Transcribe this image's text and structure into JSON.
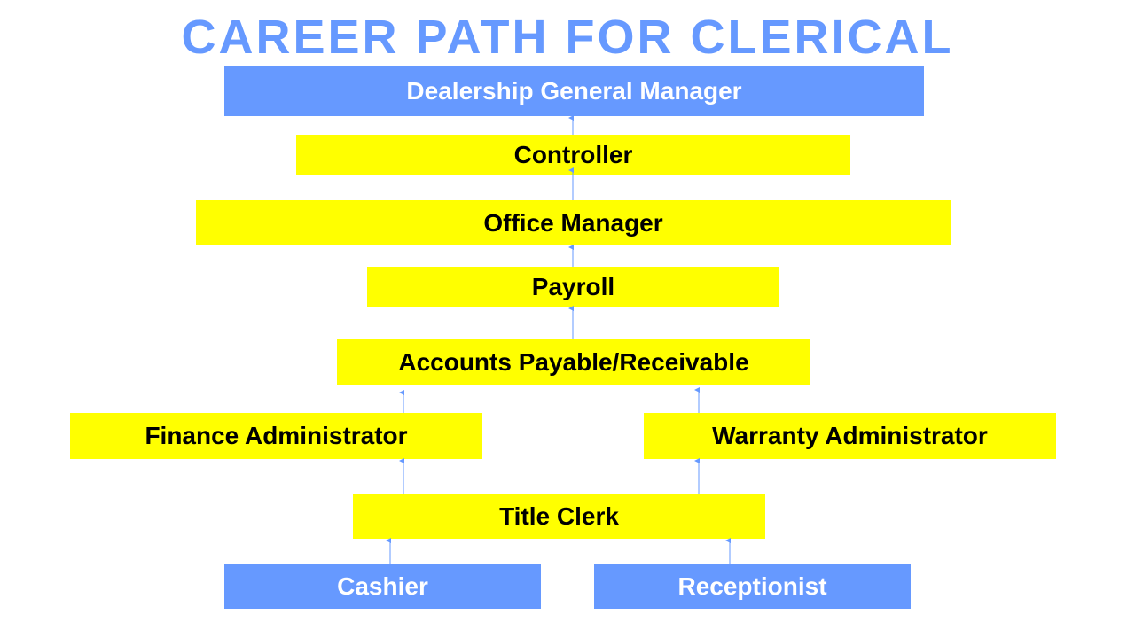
{
  "title": "CAREER PATH FOR CLERICAL",
  "colors": {
    "title": "#6699ff",
    "blue_box": "#6699ff",
    "yellow_box": "#ffff00",
    "arrow": "#6699ff"
  },
  "boxes": {
    "general_manager": "Dealership General Manager",
    "controller": "Controller",
    "office_manager": "Office Manager",
    "payroll": "Payroll",
    "accounts": "Accounts Payable/Receivable",
    "finance_admin": "Finance Administrator",
    "warranty_admin": "Warranty Administrator",
    "title_clerk": "Title Clerk",
    "cashier": "Cashier",
    "receptionist": "Receptionist"
  }
}
